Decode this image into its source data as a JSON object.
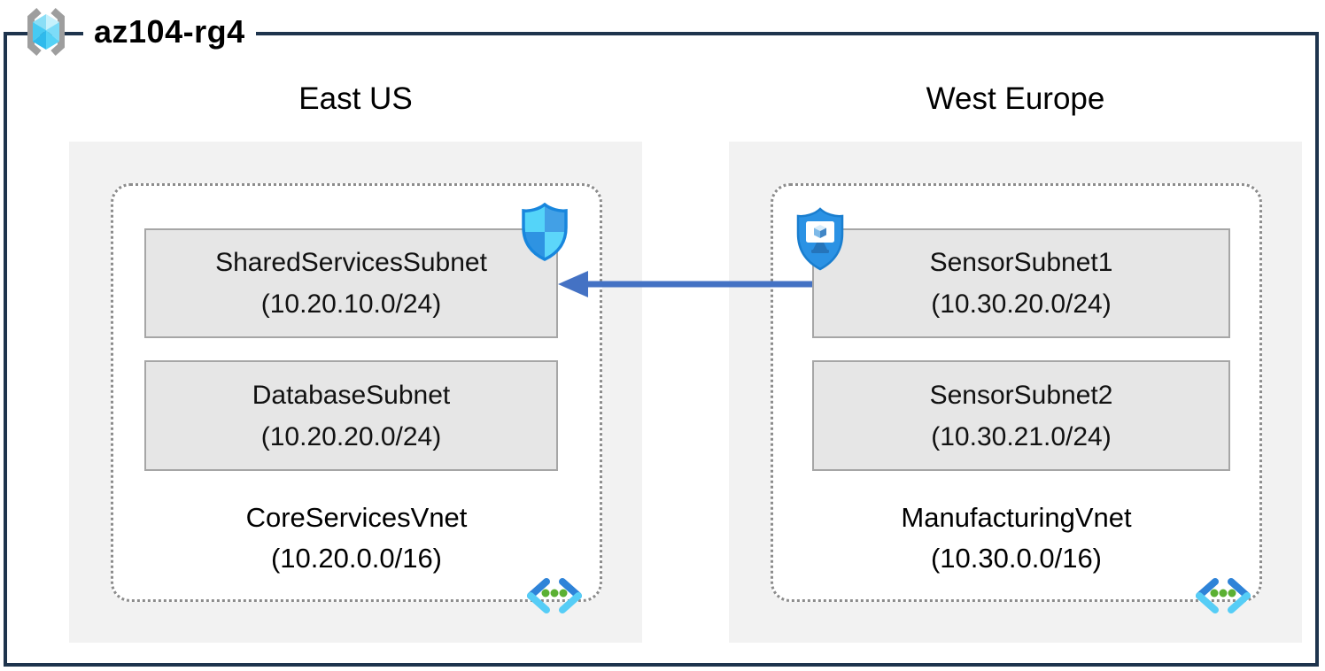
{
  "resource_group": {
    "name": "az104-rg4"
  },
  "regions": [
    {
      "name": "East US",
      "vnet": {
        "name": "CoreServicesVnet",
        "cidr": "(10.20.0.0/16)"
      },
      "subnets": [
        {
          "name": "SharedServicesSubnet",
          "cidr": "(10.20.10.0/24)",
          "badge": "defender-shield-icon"
        },
        {
          "name": "DatabaseSubnet",
          "cidr": "(10.20.20.0/24)",
          "badge": null
        }
      ]
    },
    {
      "name": "West Europe",
      "vnet": {
        "name": "ManufacturingVnet",
        "cidr": "(10.30.0.0/16)"
      },
      "subnets": [
        {
          "name": "SensorSubnet1",
          "cidr": "(10.30.20.0/24)",
          "badge": "defender-device-shield-icon"
        },
        {
          "name": "SensorSubnet2",
          "cidr": "(10.30.21.0/24)",
          "badge": null
        }
      ]
    }
  ],
  "connection": {
    "from": "SensorSubnet1",
    "to": "SharedServicesSubnet",
    "type": "arrow",
    "direction": "right-to-left",
    "color": "#4472c4"
  },
  "icons": [
    "azure-resource-group-icon",
    "defender-shield-icon",
    "defender-device-shield-icon",
    "virtual-network-icon"
  ],
  "colors": {
    "border-navy": "#1e344d",
    "arrow-blue": "#4472c4",
    "region-bg": "#f2f2f2",
    "subnet-bg": "#e6e6e6",
    "subnet-border": "#a6a6a6",
    "dash": "#8c8c8c",
    "shield-outline": "#1886dd",
    "shield-cyan": "#54d4f9",
    "shield-blue": "#3a9fe6",
    "vnet-chevron-blue": "#2e83d8",
    "vnet-chevron-cyan": "#56cdf6",
    "vnet-dot-green": "#5bb033"
  }
}
